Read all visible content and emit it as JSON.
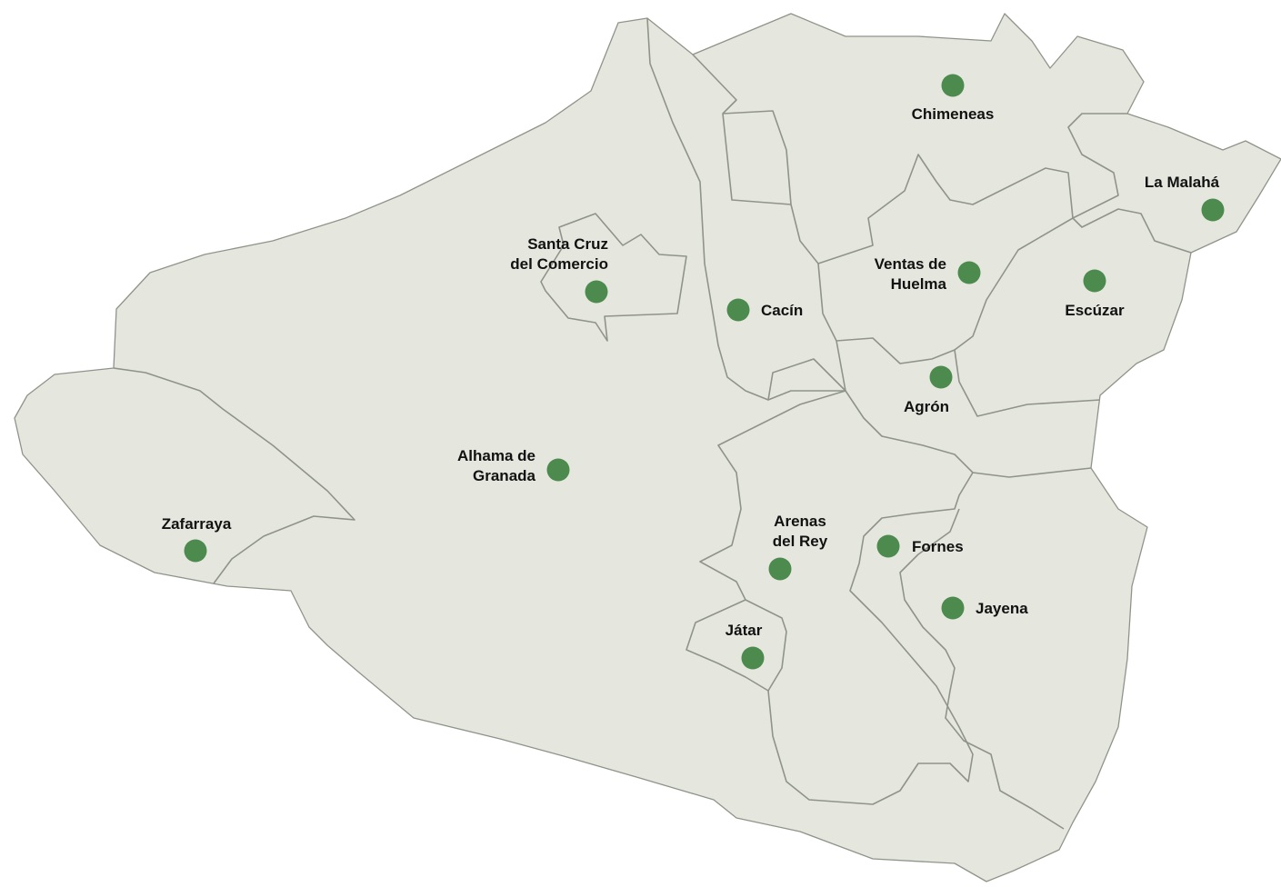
{
  "colors": {
    "land": "#e5e7df",
    "border": "#8f948a",
    "marker": "#4d8a4d",
    "label": "#111111",
    "background": "#ffffff"
  },
  "places": [
    {
      "id": "chimeneas",
      "lines": [
        "Chimeneas"
      ]
    },
    {
      "id": "la-malaha",
      "lines": [
        "La Malahá"
      ]
    },
    {
      "id": "santa-cruz",
      "lines": [
        "Santa Cruz",
        "del Comercio"
      ]
    },
    {
      "id": "ventas",
      "lines": [
        "Ventas de",
        "Huelma"
      ]
    },
    {
      "id": "cacin",
      "lines": [
        "Cacín"
      ]
    },
    {
      "id": "escuzar",
      "lines": [
        "Escúzar"
      ]
    },
    {
      "id": "agron",
      "lines": [
        "Agrón"
      ]
    },
    {
      "id": "alhama",
      "lines": [
        "Alhama de",
        "Granada"
      ]
    },
    {
      "id": "zafarraya",
      "lines": [
        "Zafarraya"
      ]
    },
    {
      "id": "arenas",
      "lines": [
        "Arenas",
        "del Rey"
      ]
    },
    {
      "id": "fornes",
      "lines": [
        "Fornes"
      ]
    },
    {
      "id": "jayena",
      "lines": [
        "Jayena"
      ]
    },
    {
      "id": "jatar",
      "lines": [
        "Játar"
      ]
    }
  ]
}
